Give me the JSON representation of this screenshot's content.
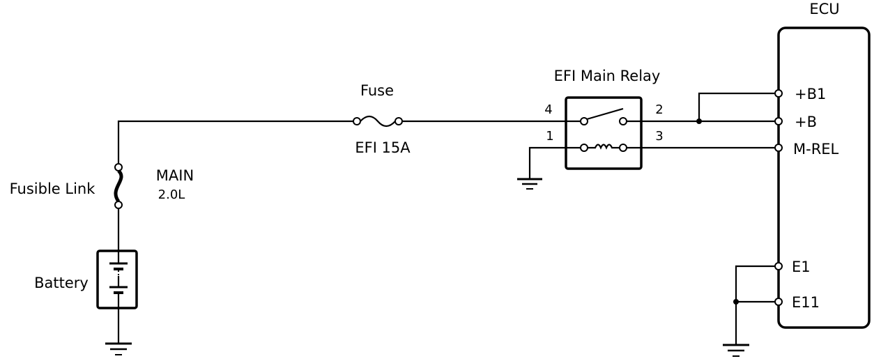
{
  "labels": {
    "ecu": "ECU",
    "efi_main_relay": "EFI Main Relay",
    "fuse": "Fuse",
    "fuse_rating": "EFI 15A",
    "fusible_link": "Fusible Link",
    "fusible_main": "MAIN",
    "fusible_rating": "2.0L",
    "battery": "Battery"
  },
  "relay_pins": {
    "p4": "4",
    "p2": "2",
    "p1": "1",
    "p3": "3"
  },
  "ecu_pins": {
    "b1": "+B1",
    "b": "+B",
    "mrel": "M-REL",
    "e1": "E1",
    "e11": "E11"
  }
}
